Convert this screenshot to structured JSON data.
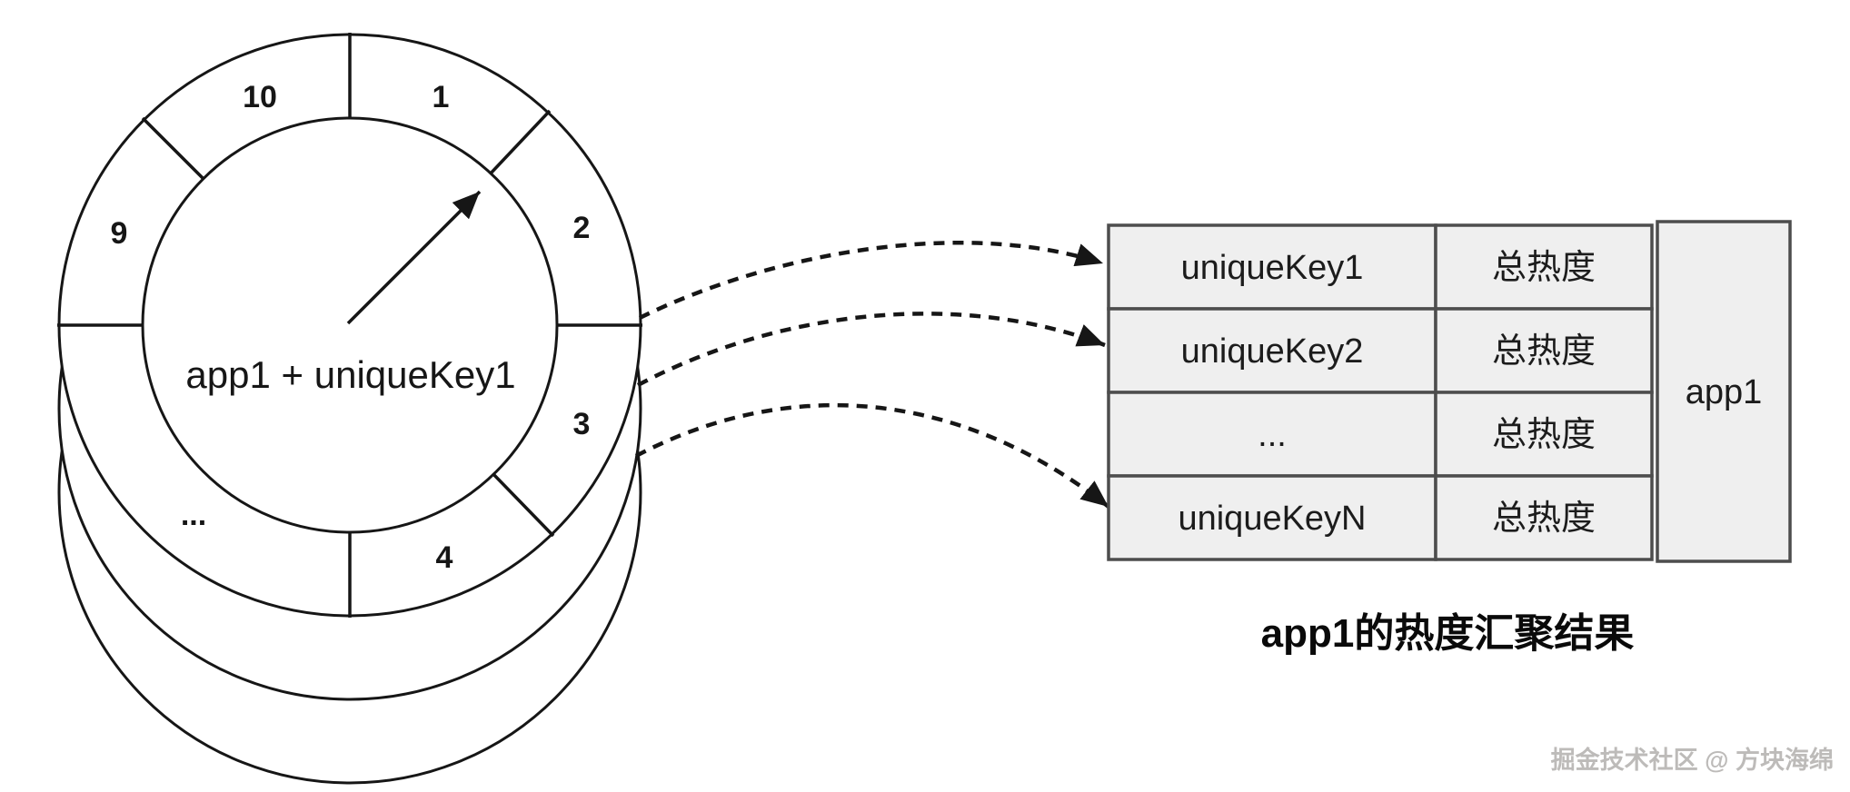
{
  "wheel": {
    "center_label": "app1 + uniqueKey1",
    "slots": [
      {
        "label": "1"
      },
      {
        "label": "2"
      },
      {
        "label": "3"
      },
      {
        "label": "4"
      },
      {
        "label": "..."
      },
      {
        "label": "9"
      },
      {
        "label": "10"
      }
    ],
    "stacked_wheel_count": 3,
    "pointer": "arrow-to-slot-boundary-1-2"
  },
  "flow": {
    "arrow_style": "dashed",
    "arrow_count": 3
  },
  "table": {
    "rows": [
      {
        "key": "uniqueKey1",
        "value": "总热度"
      },
      {
        "key": "uniqueKey2",
        "value": "总热度"
      },
      {
        "key": "...",
        "value": "总热度"
      },
      {
        "key": "uniqueKeyN",
        "value": "总热度"
      }
    ],
    "group_label": "app1",
    "caption": "app1的热度汇聚结果"
  },
  "watermark": {
    "text": "掘金技术社区 @ 方块海绵"
  },
  "colors": {
    "diagram_stroke": "#161616",
    "table_cell_fill": "#efefef",
    "table_cell_border": "#4d4d4d",
    "table_text": "#1c1c1c",
    "watermark_gray": "#bdbbb9",
    "background": "#ffffff"
  }
}
